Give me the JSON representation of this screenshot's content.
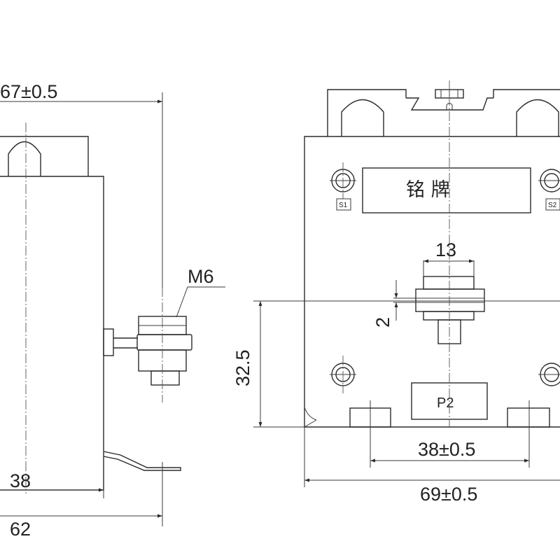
{
  "dimensions": {
    "top_width": "67±0.5",
    "thread": "M6",
    "side_inner": "38",
    "side_outer": "62",
    "busbar_width": "13",
    "busbar_thickness": "2",
    "height": "32.5",
    "mount_spacing": "38±0.5",
    "front_width": "69±0.5"
  },
  "labels": {
    "nameplate": "铭  牌",
    "terminal_p2": "P2",
    "terminal_s1": "S1",
    "terminal_s2": "S2"
  }
}
